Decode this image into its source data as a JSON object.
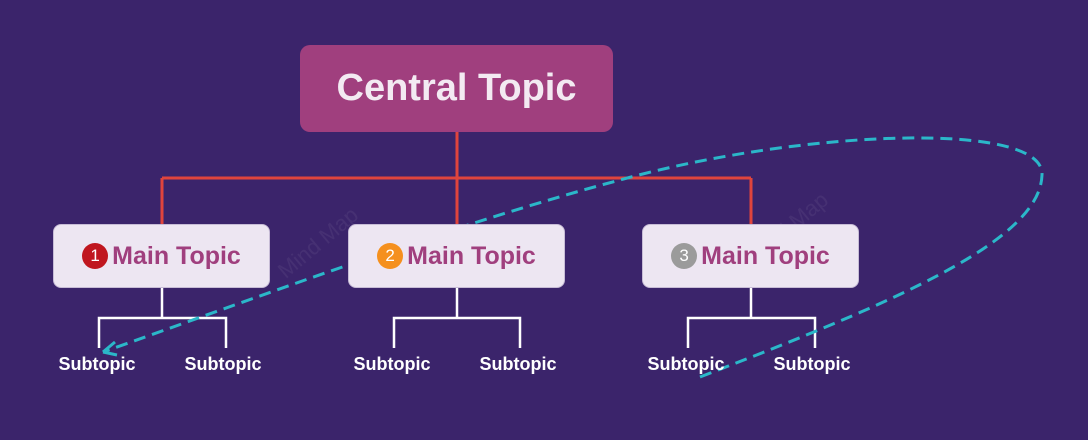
{
  "central": {
    "label": "Central Topic"
  },
  "mains": [
    {
      "label": "Main Topic",
      "badge": "1",
      "badge_color": "#c0161f"
    },
    {
      "label": "Main Topic",
      "badge": "2",
      "badge_color": "#f5901e"
    },
    {
      "label": "Main Topic",
      "badge": "3",
      "badge_color": "#9b9b9b"
    }
  ],
  "subtopics": [
    "Subtopic",
    "Subtopic",
    "Subtopic",
    "Subtopic",
    "Subtopic",
    "Subtopic"
  ],
  "colors": {
    "background": "#3b246b",
    "central_fill": "#a03f7e",
    "main_fill": "#ede6f2",
    "main_text": "#a03f7e",
    "connector_main": "#e0443c",
    "connector_sub": "#ffffff",
    "relationship": "#2bb7c9"
  }
}
